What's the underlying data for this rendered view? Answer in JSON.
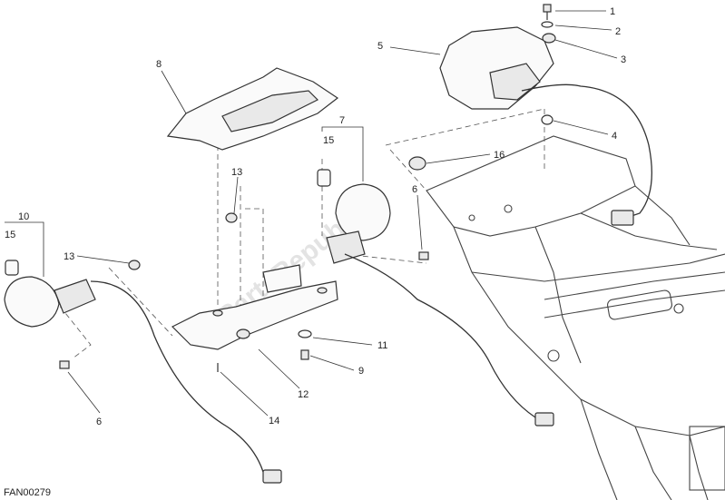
{
  "diagram": {
    "drawing_code": "FAN00279",
    "watermark": "PartsRepublik",
    "callouts": [
      {
        "id": "c1",
        "label": "1"
      },
      {
        "id": "c2",
        "label": "2"
      },
      {
        "id": "c3",
        "label": "3"
      },
      {
        "id": "c4",
        "label": "4"
      },
      {
        "id": "c5",
        "label": "5"
      },
      {
        "id": "c6a",
        "label": "6"
      },
      {
        "id": "c6b",
        "label": "6"
      },
      {
        "id": "c7",
        "label": "7"
      },
      {
        "id": "c8",
        "label": "8"
      },
      {
        "id": "c9",
        "label": "9"
      },
      {
        "id": "c10",
        "label": "10"
      },
      {
        "id": "c11",
        "label": "11"
      },
      {
        "id": "c12",
        "label": "12"
      },
      {
        "id": "c13a",
        "label": "13"
      },
      {
        "id": "c13b",
        "label": "13"
      },
      {
        "id": "c14",
        "label": "14"
      },
      {
        "id": "c15a",
        "label": "15"
      },
      {
        "id": "c15b",
        "label": "15"
      },
      {
        "id": "c16",
        "label": "16"
      }
    ]
  }
}
